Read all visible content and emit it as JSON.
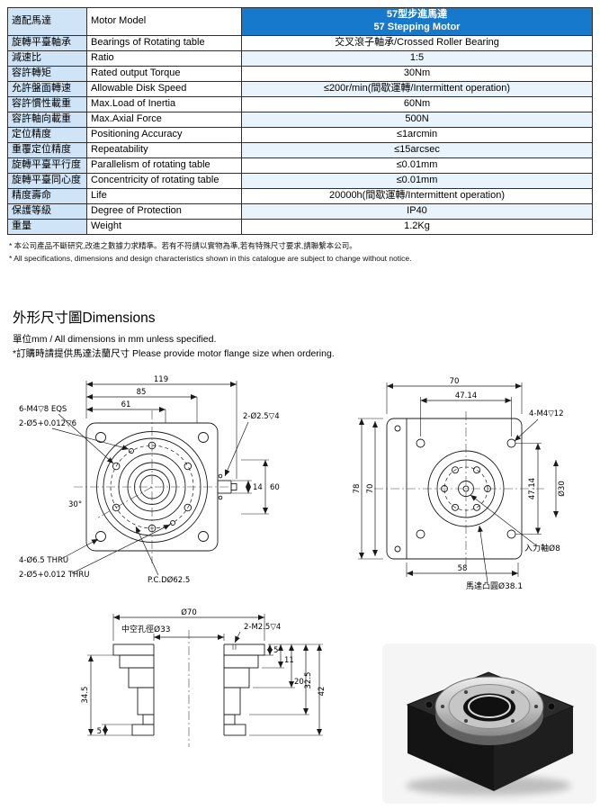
{
  "table": {
    "header": {
      "cn": "適配馬達",
      "en": "Motor Model",
      "value_line1": "57型步進馬達",
      "value_line2": "57 Stepping Motor"
    },
    "rows": [
      {
        "cn": "旋轉平臺軸承",
        "en": "Bearings of Rotating table",
        "value": "交叉滾子軸承/Crossed Roller Bearing"
      },
      {
        "cn": "減速比",
        "en": "Ratio",
        "value": "1:5"
      },
      {
        "cn": "容許轉矩",
        "en": "Rated output Torque",
        "value": "30Nm"
      },
      {
        "cn": "允許盤面轉速",
        "en": "Allowable Disk Speed",
        "value": "≤200r/min(間歇運轉/Intermittent operation)"
      },
      {
        "cn": "容許慣性載重",
        "en": "Max.Load of Inertia",
        "value": "60Nm"
      },
      {
        "cn": "容許軸向載重",
        "en": "Max.Axial Force",
        "value": "500N"
      },
      {
        "cn": "定位精度",
        "en": "Positioning Accuracy",
        "value": "≤1arcmin"
      },
      {
        "cn": "重覆定位精度",
        "en": "Repeatability",
        "value": "≤15arcsec"
      },
      {
        "cn": "旋轉平臺平行度",
        "en": "Parallelism of rotating table",
        "value": "≤0.01mm"
      },
      {
        "cn": "旋轉平臺同心度",
        "en": "Concentricity of rotating table",
        "value": "≤0.01mm"
      },
      {
        "cn": "精度壽命",
        "en": "Life",
        "value": "20000h(間歇運轉/Intermittent operation)"
      },
      {
        "cn": "保護等級",
        "en": "Degree of Protection",
        "value": "IP40"
      },
      {
        "cn": "重量",
        "en": "Weight",
        "value": "1.2Kg"
      }
    ]
  },
  "notes": {
    "line1": "* 本公司產品不斷研究,改進之數據力求精準。若有不符請以實物為準,若有特殊尺寸要求,請聯繫本公司。",
    "line2": "* All specifications, dimensions and design characteristics shown in this catalogue are subject to change without notice."
  },
  "dimensions_section": {
    "title": "外形尺寸圖Dimensions",
    "line1": "單位mm / All dimensions in mm unless specified.",
    "line2": "*訂購時請提供馬達法蘭尺寸 Please provide motor flange size when ordering."
  },
  "front_view": {
    "dim_119": "119",
    "dim_85": "85",
    "dim_61": "61",
    "label_eqs": "6-M4▽8 EQS",
    "label_pin_depth": "2-Ø5+0.012▽6",
    "label_holes_25": "2-Ø2.5▽4",
    "dim_14": "14",
    "dim_60": "60",
    "angle": "30°",
    "label_thru_65": "4-Ø6.5 THRU",
    "label_pin_thru": "2-Ø5+0.012 THRU",
    "label_pcd": "P.C.DØ62.5"
  },
  "side_view": {
    "dim_70_top": "70",
    "dim_4714_top": "47.14",
    "label_m4": "4-M4▽12",
    "dim_78": "78",
    "dim_70_left": "70",
    "dim_4714_right": "47.14",
    "dim_o30": "Ø30",
    "label_input_shaft": "入力軸Ø8",
    "dim_58": "58",
    "label_motor_boss": "馬達凸圓Ø38.1"
  },
  "section_view": {
    "dim_o70": "Ø70",
    "label_bore": "中空孔徑Ø33",
    "label_m25": "2-M2.5▽4",
    "dim_5_top": "5",
    "dim_11": "11",
    "dim_20": "20",
    "dim_32_5": "32.5",
    "dim_42": "42",
    "dim_34_5": "34.5",
    "dim_5_bottom": "5"
  }
}
